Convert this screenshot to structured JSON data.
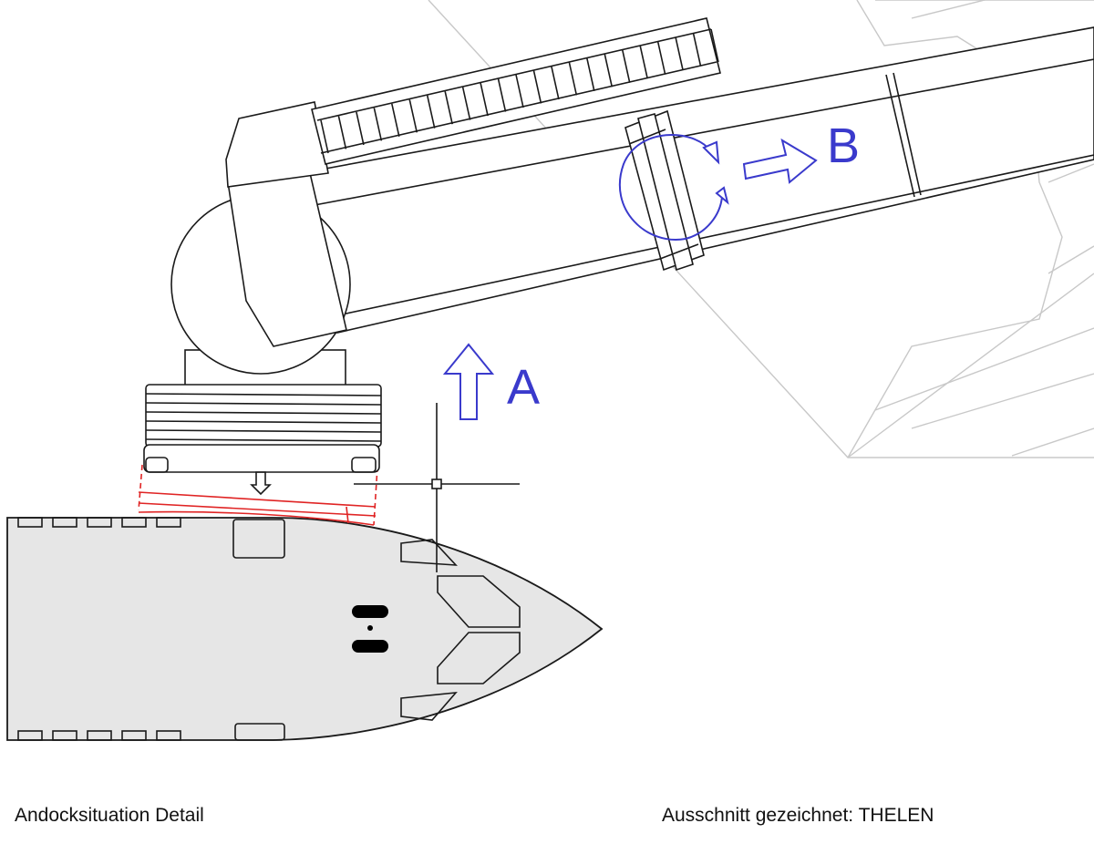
{
  "labels": {
    "arrow_a": "A",
    "arrow_b": "B"
  },
  "captions": {
    "left": "Andocksituation Detail",
    "right": "Ausschnitt gezeichnet: THELEN"
  },
  "colors": {
    "line": "#1a1a1a",
    "annotation_blue": "#3a3acc",
    "contact_red": "#e02424",
    "terrain_grey": "#c8c8c8",
    "ship_fill": "#e6e6e6"
  }
}
